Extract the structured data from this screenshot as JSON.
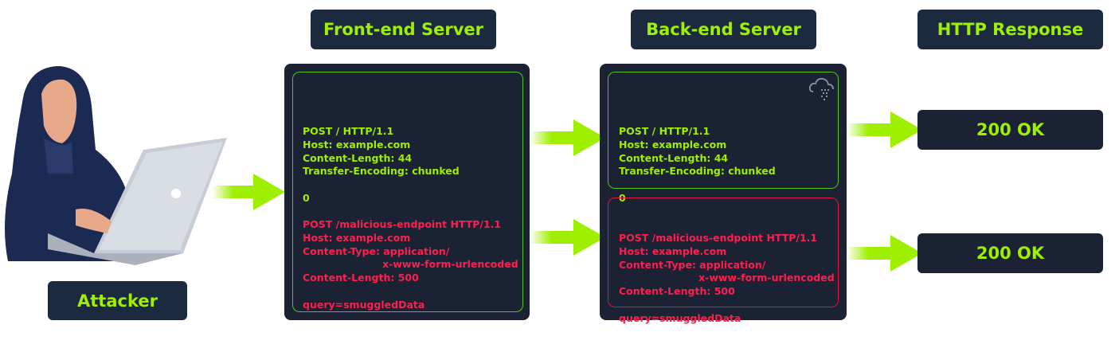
{
  "labels": {
    "attacker": "Attacker",
    "front_end": "Front-end Server",
    "back_end": "Back-end Server",
    "http_response": "HTTP Response"
  },
  "front_end_request": {
    "legit": [
      "POST / HTTP/1.1",
      "Host: example.com",
      "Content-Length: 44",
      "Transfer-Encoding: chunked",
      "",
      "0"
    ],
    "smuggled": [
      "POST /malicious-endpoint HTTP/1.1",
      "Host: example.com",
      "Content-Type: application/",
      "                       x-www-form-urlencoded",
      "Content-Length: 500",
      "",
      "query=smuggledData"
    ]
  },
  "back_end_request": {
    "legit": [
      "POST / HTTP/1.1",
      "Host: example.com",
      "Content-Length: 44",
      "Transfer-Encoding: chunked",
      "",
      "0"
    ],
    "smuggled": [
      "POST /malicious-endpoint HTTP/1.1",
      "Host: example.com",
      "Content-Type: application/",
      "                       x-www-form-urlencoded",
      "Content-Length: 500",
      "",
      "query=smuggledData"
    ]
  },
  "responses": [
    "200 OK",
    "200 OK"
  ],
  "colors": {
    "accent": "#9fef00",
    "danger": "#ff1f4f",
    "panel": "#1a2233",
    "label_bg": "#1c2a40"
  },
  "icons": {
    "attacker": "hooded-hacker-with-laptop",
    "backend": "cloud-data-icon",
    "flow": "arrow-right"
  }
}
